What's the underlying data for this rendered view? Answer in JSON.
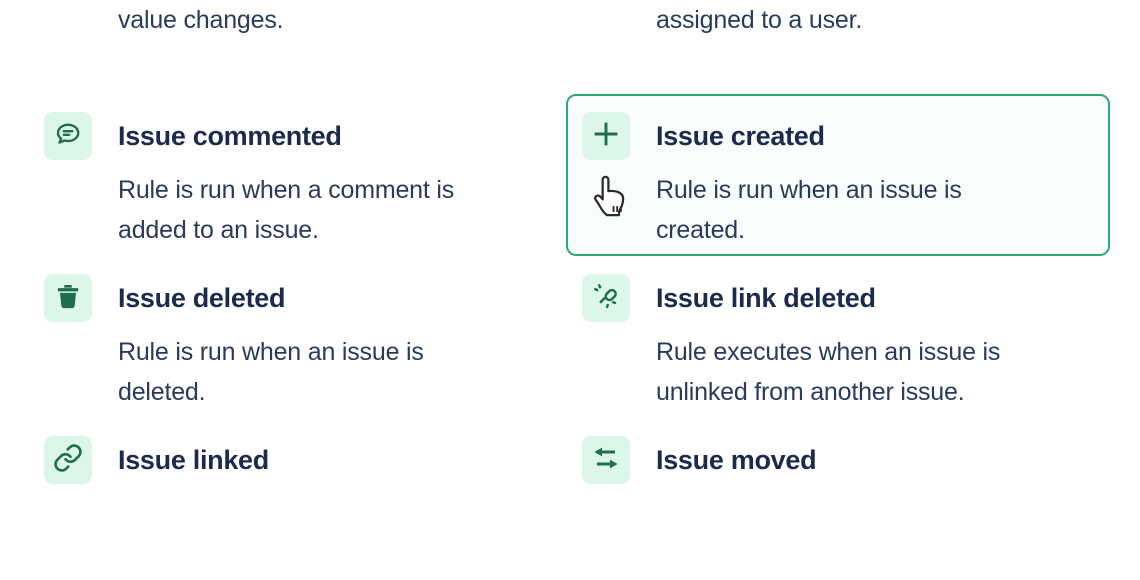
{
  "colors": {
    "icon_green": "#216e4e",
    "tile_bg": "#dcf7ea",
    "selected_border": "#2fa874",
    "selected_bg": "#f8fcfa",
    "title_text": "#1c2b4d",
    "body_text": "#2a3a5c"
  },
  "trigger_grid": {
    "items": [
      {
        "title": "",
        "description": "Rule is run when an issue's field\nvalue changes.",
        "icon": "none",
        "selected": false
      },
      {
        "title": "",
        "description": "Rule is run when an issue is\nassigned to a user.",
        "icon": "none",
        "selected": false
      },
      {
        "title": "Issue commented",
        "description": "Rule is run when a comment is\nadded to an issue.",
        "icon": "comment-icon",
        "selected": false
      },
      {
        "title": "Issue created",
        "description": "Rule is run when an issue is\ncreated.",
        "icon": "plus-icon",
        "selected": true
      },
      {
        "title": "Issue deleted",
        "description": "Rule is run when an issue is\ndeleted.",
        "icon": "trash-icon",
        "selected": false
      },
      {
        "title": "Issue link deleted",
        "description": "Rule executes when an issue is\nunlinked from another issue.",
        "icon": "broken-link-icon",
        "selected": false
      },
      {
        "title": "Issue linked",
        "description": "",
        "icon": "link-icon",
        "selected": false
      },
      {
        "title": "Issue moved",
        "description": "",
        "icon": "arrows-swap-icon",
        "selected": false
      }
    ]
  },
  "cursor": {
    "type": "pointing-hand",
    "visible": true
  }
}
